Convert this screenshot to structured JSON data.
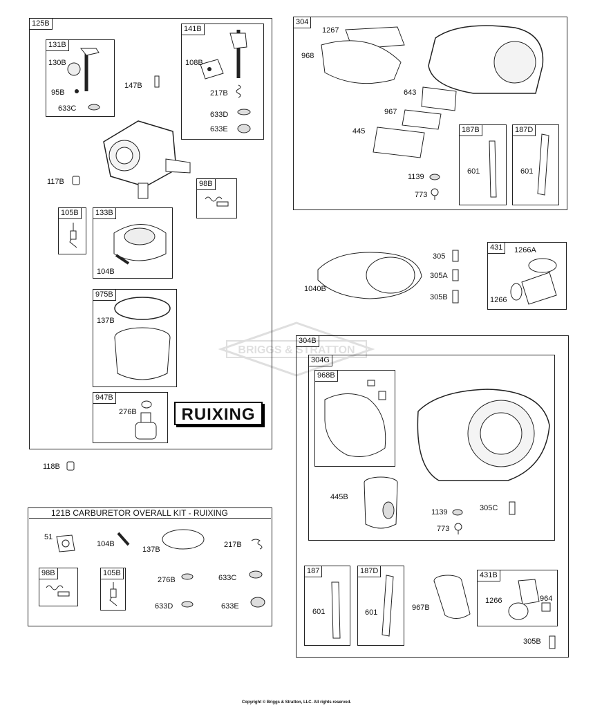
{
  "groups": {
    "g125B": "125B",
    "g131B": "131B",
    "g141B": "141B",
    "g98B": "98B",
    "g105B": "105B",
    "g133B": "133B",
    "g975B": "975B",
    "g947B": "947B",
    "g304": "304",
    "g187B": "187B",
    "g187D": "187D",
    "g431": "431",
    "g304B": "304B",
    "g304G": "304G",
    "g968B": "968B",
    "g187": "187",
    "g187D2": "187D",
    "g431B": "431B",
    "k98B": "98B",
    "k105B": "105B"
  },
  "labels": {
    "p130B": "130B",
    "p95B": "95B",
    "p633C": "633C",
    "p147B": "147B",
    "p108B": "108B",
    "p217B": "217B",
    "p633D": "633D",
    "p633E": "633E",
    "p117B": "117B",
    "p104B": "104B",
    "p137B": "137B",
    "p276B": "276B",
    "p118B": "118B",
    "p1267": "1267",
    "p968": "968",
    "p643": "643",
    "p967": "967",
    "p445": "445",
    "p1139": "1139",
    "p773": "773",
    "p601a": "601",
    "p601b": "601",
    "p305": "305",
    "p305A": "305A",
    "p305B": "305B",
    "p1040B": "1040B",
    "p1266A": "1266A",
    "p1266": "1266",
    "p445B": "445B",
    "p1139b": "1139",
    "p773b": "773",
    "p305C": "305C",
    "p601c": "601",
    "p601d": "601",
    "p967B": "967B",
    "p1266b": "1266",
    "p964": "964",
    "p305Bb": "305B",
    "k51": "51",
    "k104B": "104B",
    "k137B": "137B",
    "k217B": "217B",
    "k276B": "276B",
    "k633C": "633C",
    "k633D": "633D",
    "k633E": "633E"
  },
  "brand_badge": "RUIXING",
  "kit_title": "121B CARBURETOR OVERALL KIT - RUIXING",
  "watermark": "BRIGGS & STRATTON",
  "copyright": "Copyright © Briggs & Stratton, LLC. All rights reserved."
}
